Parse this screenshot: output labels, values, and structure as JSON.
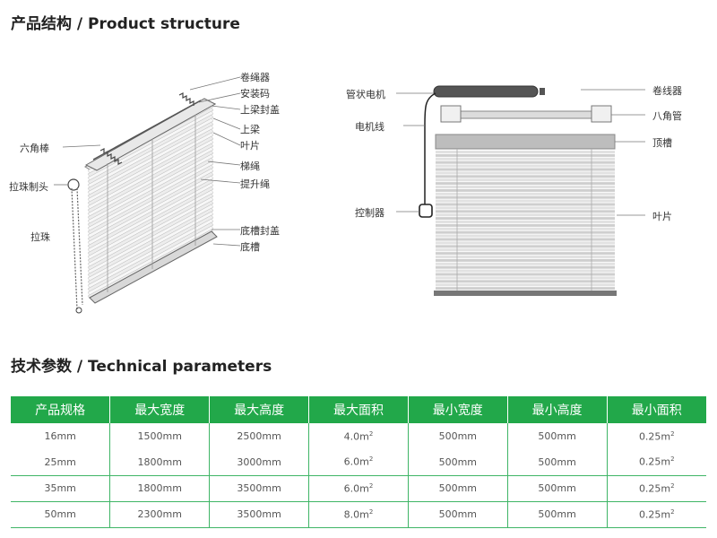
{
  "sections": {
    "structure_title": "产品结构 / Product structure",
    "params_title": "技术参数 / Technical parameters"
  },
  "left_diagram": {
    "labels": {
      "roller": "卷绳器",
      "mount_code": "安装码",
      "top_rail_cap": "上梁封盖",
      "top_rail": "上梁",
      "slat": "叶片",
      "ladder_cord": "梯绳",
      "lift_cord": "提升绳",
      "hex_rod": "六角棒",
      "bead_head": "拉珠制头",
      "bead_chain": "拉珠",
      "bottom_rail_cap": "底槽封盖",
      "bottom_rail": "底槽"
    }
  },
  "right_diagram": {
    "labels": {
      "tube_motor": "管状电机",
      "cord_roller": "卷线器",
      "motor_cable": "电机线",
      "octagonal_tube": "八角管",
      "top_rail": "顶槽",
      "controller": "控制器",
      "slat": "叶片"
    }
  },
  "params_table": {
    "headers": [
      "产品规格",
      "最大宽度",
      "最大高度",
      "最大面积",
      "最小宽度",
      "最小高度",
      "最小面积"
    ],
    "rows": [
      {
        "spec": "16mm",
        "max_w": "1500mm",
        "max_h": "2500mm",
        "max_area": "4.0m",
        "min_w": "500mm",
        "min_h": "500mm",
        "min_area": "0.25m"
      },
      {
        "spec": "25mm",
        "max_w": "1800mm",
        "max_h": "3000mm",
        "max_area": "6.0m",
        "min_w": "500mm",
        "min_h": "500mm",
        "min_area": "0.25m"
      },
      {
        "spec": "35mm",
        "max_w": "1800mm",
        "max_h": "3500mm",
        "max_area": "6.0m",
        "min_w": "500mm",
        "min_h": "500mm",
        "min_area": "0.25m"
      },
      {
        "spec": "50mm",
        "max_w": "2300mm",
        "max_h": "3500mm",
        "max_area": "8.0m",
        "min_w": "500mm",
        "min_h": "500mm",
        "min_area": "0.25m"
      }
    ],
    "area_superscript": "2",
    "colors": {
      "header_bg": "#22a84a",
      "grid": "#3fb566"
    }
  }
}
